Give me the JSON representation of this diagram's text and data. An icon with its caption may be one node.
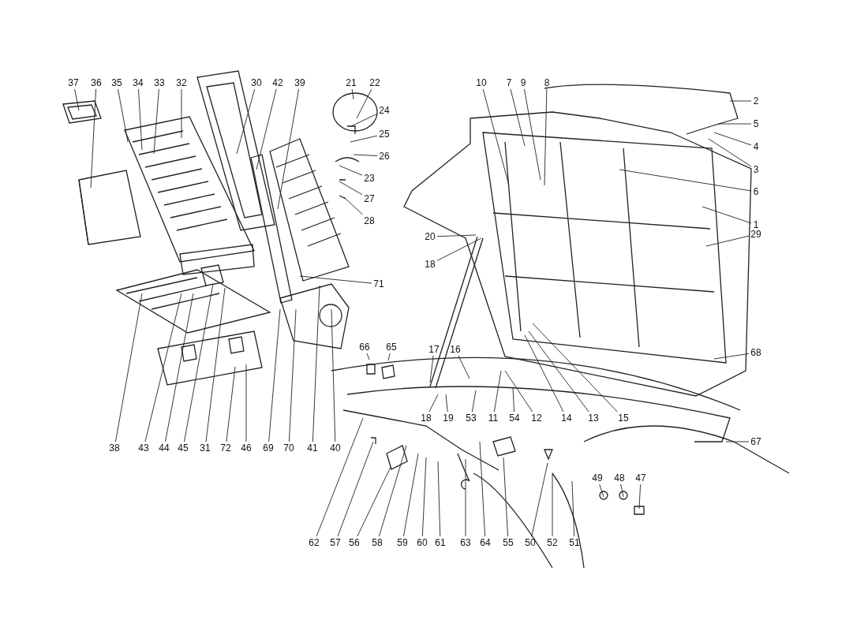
{
  "diagram": {
    "nodes": [
      {
        "text": [
          "37"
        ]
      },
      {
        "text": [
          "36"
        ]
      },
      {
        "text": [
          "35"
        ]
      },
      {
        "text": [
          "34"
        ]
      },
      {
        "text": [
          "33"
        ]
      },
      {
        "text": [
          "32"
        ]
      },
      {
        "text": [
          "30"
        ]
      },
      {
        "text": [
          "42"
        ]
      },
      {
        "text": [
          "39"
        ]
      },
      {
        "text": [
          "21"
        ]
      },
      {
        "text": [
          "22"
        ]
      },
      {
        "text": [
          "24"
        ]
      },
      {
        "text": [
          "25"
        ]
      },
      {
        "text": [
          "26"
        ]
      },
      {
        "text": [
          "23"
        ]
      },
      {
        "text": [
          "27"
        ]
      },
      {
        "text": [
          "28"
        ]
      },
      {
        "text": [
          "10"
        ]
      },
      {
        "text": [
          "7"
        ]
      },
      {
        "text": [
          "9"
        ]
      },
      {
        "text": [
          "8"
        ]
      },
      {
        "text": [
          "2"
        ]
      },
      {
        "text": [
          "5"
        ]
      },
      {
        "text": [
          "4"
        ]
      },
      {
        "text": [
          "3"
        ]
      },
      {
        "text": [
          "6"
        ]
      },
      {
        "text": [
          "1"
        ]
      },
      {
        "text": [
          "29"
        ]
      },
      {
        "text": [
          "20"
        ]
      },
      {
        "text": [
          "18"
        ]
      },
      {
        "text": [
          "71"
        ]
      },
      {
        "text": [
          "66"
        ]
      },
      {
        "text": [
          "65"
        ]
      },
      {
        "text": [
          "17"
        ]
      },
      {
        "text": [
          "16"
        ]
      },
      {
        "text": [
          "68"
        ]
      },
      {
        "text": [
          "18"
        ]
      },
      {
        "text": [
          "19"
        ]
      },
      {
        "text": [
          "53"
        ]
      },
      {
        "text": [
          "11"
        ]
      },
      {
        "text": [
          "54"
        ]
      },
      {
        "text": [
          "12"
        ]
      },
      {
        "text": [
          "14"
        ]
      },
      {
        "text": [
          "13"
        ]
      },
      {
        "text": [
          "15"
        ]
      },
      {
        "text": [
          "38"
        ]
      },
      {
        "text": [
          "43"
        ]
      },
      {
        "text": [
          "44"
        ]
      },
      {
        "text": [
          "45"
        ]
      },
      {
        "text": [
          "31"
        ]
      },
      {
        "text": [
          "72"
        ]
      },
      {
        "text": [
          "46"
        ]
      },
      {
        "text": [
          "69"
        ]
      },
      {
        "text": [
          "70"
        ]
      },
      {
        "text": [
          "41"
        ]
      },
      {
        "text": [
          "40"
        ]
      },
      {
        "text": [
          "67"
        ]
      },
      {
        "text": [
          "49"
        ]
      },
      {
        "text": [
          "48"
        ]
      },
      {
        "text": [
          "47"
        ]
      },
      {
        "text": [
          "62"
        ]
      },
      {
        "text": [
          "57"
        ]
      },
      {
        "text": [
          "56"
        ]
      },
      {
        "text": [
          "58"
        ]
      },
      {
        "text": [
          "59"
        ]
      },
      {
        "text": [
          "60"
        ]
      },
      {
        "text": [
          "61"
        ]
      },
      {
        "text": [
          "63"
        ]
      },
      {
        "text": [
          "64"
        ]
      },
      {
        "text": [
          "55"
        ]
      },
      {
        "text": [
          "50"
        ]
      },
      {
        "text": [
          "52"
        ]
      },
      {
        "text": [
          "51"
        ]
      }
    ],
    "edges": [
      {
        "from": 0,
        "to": null,
        "arrow": "none"
      },
      {
        "from": 1,
        "to": null,
        "arrow": "none"
      },
      {
        "from": 2,
        "to": null,
        "arrow": "none"
      },
      {
        "from": 3,
        "to": null,
        "arrow": "none"
      },
      {
        "from": 4,
        "to": null,
        "arrow": "none"
      },
      {
        "from": 5,
        "to": null,
        "arrow": "none"
      },
      {
        "from": 6,
        "to": null,
        "arrow": "none"
      },
      {
        "from": 7,
        "to": null,
        "arrow": "none"
      },
      {
        "from": 8,
        "to": null,
        "arrow": "none"
      },
      {
        "from": 9,
        "to": null,
        "arrow": "none"
      },
      {
        "from": 10,
        "to": null,
        "arrow": "none"
      },
      {
        "from": 11,
        "to": null,
        "arrow": "none"
      },
      {
        "from": 12,
        "to": null,
        "arrow": "none"
      },
      {
        "from": 13,
        "to": null,
        "arrow": "none"
      },
      {
        "from": 14,
        "to": null,
        "arrow": "none"
      },
      {
        "from": 15,
        "to": null,
        "arrow": "none"
      },
      {
        "from": 16,
        "to": null,
        "arrow": "none"
      },
      {
        "from": 17,
        "to": null,
        "arrow": "none"
      },
      {
        "from": 18,
        "to": null,
        "arrow": "none"
      },
      {
        "from": 19,
        "to": null,
        "arrow": "none"
      },
      {
        "from": 20,
        "to": null,
        "arrow": "none"
      },
      {
        "from": 21,
        "to": null,
        "arrow": "none"
      },
      {
        "from": 22,
        "to": null,
        "arrow": "none"
      },
      {
        "from": 23,
        "to": null,
        "arrow": "none"
      },
      {
        "from": 24,
        "to": null,
        "arrow": "none"
      },
      {
        "from": 25,
        "to": null,
        "arrow": "none"
      },
      {
        "from": 26,
        "to": null,
        "arrow": "none"
      },
      {
        "from": 27,
        "to": null,
        "arrow": "none"
      },
      {
        "from": 28,
        "to": null,
        "arrow": "none"
      },
      {
        "from": 29,
        "to": null,
        "arrow": "none"
      },
      {
        "from": 30,
        "to": null,
        "arrow": "none"
      },
      {
        "from": 31,
        "to": null,
        "arrow": "none"
      },
      {
        "from": 32,
        "to": null,
        "arrow": "none"
      },
      {
        "from": 33,
        "to": null,
        "arrow": "none"
      },
      {
        "from": 34,
        "to": null,
        "arrow": "none"
      },
      {
        "from": 35,
        "to": null,
        "arrow": "none"
      },
      {
        "from": 36,
        "to": null,
        "arrow": "none"
      },
      {
        "from": 37,
        "to": null,
        "arrow": "none"
      },
      {
        "from": 38,
        "to": null,
        "arrow": "none"
      },
      {
        "from": 39,
        "to": null,
        "arrow": "none"
      },
      {
        "from": 40,
        "to": null,
        "arrow": "none"
      },
      {
        "from": 41,
        "to": null,
        "arrow": "none"
      },
      {
        "from": 42,
        "to": null,
        "arrow": "none"
      },
      {
        "from": 43,
        "to": null,
        "arrow": "none"
      },
      {
        "from": 44,
        "to": null,
        "arrow": "none"
      },
      {
        "from": 45,
        "to": null,
        "arrow": "none"
      },
      {
        "from": 46,
        "to": null,
        "arrow": "none"
      },
      {
        "from": 47,
        "to": null,
        "arrow": "none"
      },
      {
        "from": 48,
        "to": null,
        "arrow": "none"
      },
      {
        "from": 49,
        "to": null,
        "arrow": "none"
      },
      {
        "from": 50,
        "to": null,
        "arrow": "none"
      },
      {
        "from": 51,
        "to": null,
        "arrow": "none"
      },
      {
        "from": 52,
        "to": null,
        "arrow": "none"
      },
      {
        "from": 53,
        "to": null,
        "arrow": "none"
      },
      {
        "from": 54,
        "to": null,
        "arrow": "none"
      },
      {
        "from": 55,
        "to": null,
        "arrow": "none"
      },
      {
        "from": 56,
        "to": null,
        "arrow": "none"
      },
      {
        "from": 57,
        "to": null,
        "arrow": "none"
      },
      {
        "from": 58,
        "to": null,
        "arrow": "none"
      },
      {
        "from": 59,
        "to": null,
        "arrow": "none"
      },
      {
        "from": 60,
        "to": null,
        "arrow": "none"
      },
      {
        "from": 61,
        "to": null,
        "arrow": "none"
      },
      {
        "from": 62,
        "to": null,
        "arrow": "none"
      },
      {
        "from": 63,
        "to": null,
        "arrow": "none"
      },
      {
        "from": 64,
        "to": null,
        "arrow": "none"
      },
      {
        "from": 65,
        "to": null,
        "arrow": "none"
      },
      {
        "from": 66,
        "to": null,
        "arrow": "none"
      },
      {
        "from": 67,
        "to": null,
        "arrow": "none"
      },
      {
        "from": 68,
        "to": null,
        "arrow": "none"
      },
      {
        "from": 69,
        "to": null,
        "arrow": "none"
      },
      {
        "from": 70,
        "to": null,
        "arrow": "none"
      },
      {
        "from": 71,
        "to": null,
        "arrow": "none"
      },
      {
        "from": 72,
        "to": null,
        "arrow": "none"
      }
    ]
  }
}
